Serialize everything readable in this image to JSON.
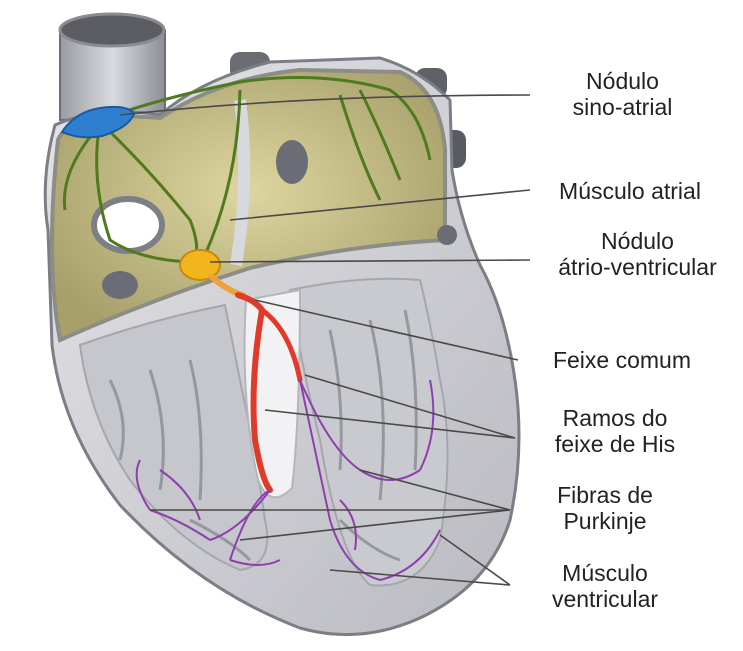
{
  "labels": {
    "sa_node_1": "Nódulo",
    "sa_node_2": "sino-atrial",
    "atrial_muscle": "Músculo atrial",
    "av_node_1": "Nódulo",
    "av_node_2": "átrio-ventricular",
    "common_bundle": "Feixe comum",
    "his_branches_1": "Ramos do",
    "his_branches_2": "feixe de His",
    "purkinje_1": "Fibras de",
    "purkinje_2": "Purkinje",
    "ventricular_muscle_1": "Músculo",
    "ventricular_muscle_2": "ventricular"
  },
  "colors": {
    "sa_node": "#2f7fd1",
    "av_node": "#f2b51d",
    "his_bundle": "#e03a2a",
    "purkinje": "#8e3fae",
    "conduction_paths": "#4f7a1e",
    "atrial_tissue": "#c9c48a",
    "ventricular_tissue": "#cfd0d4"
  }
}
